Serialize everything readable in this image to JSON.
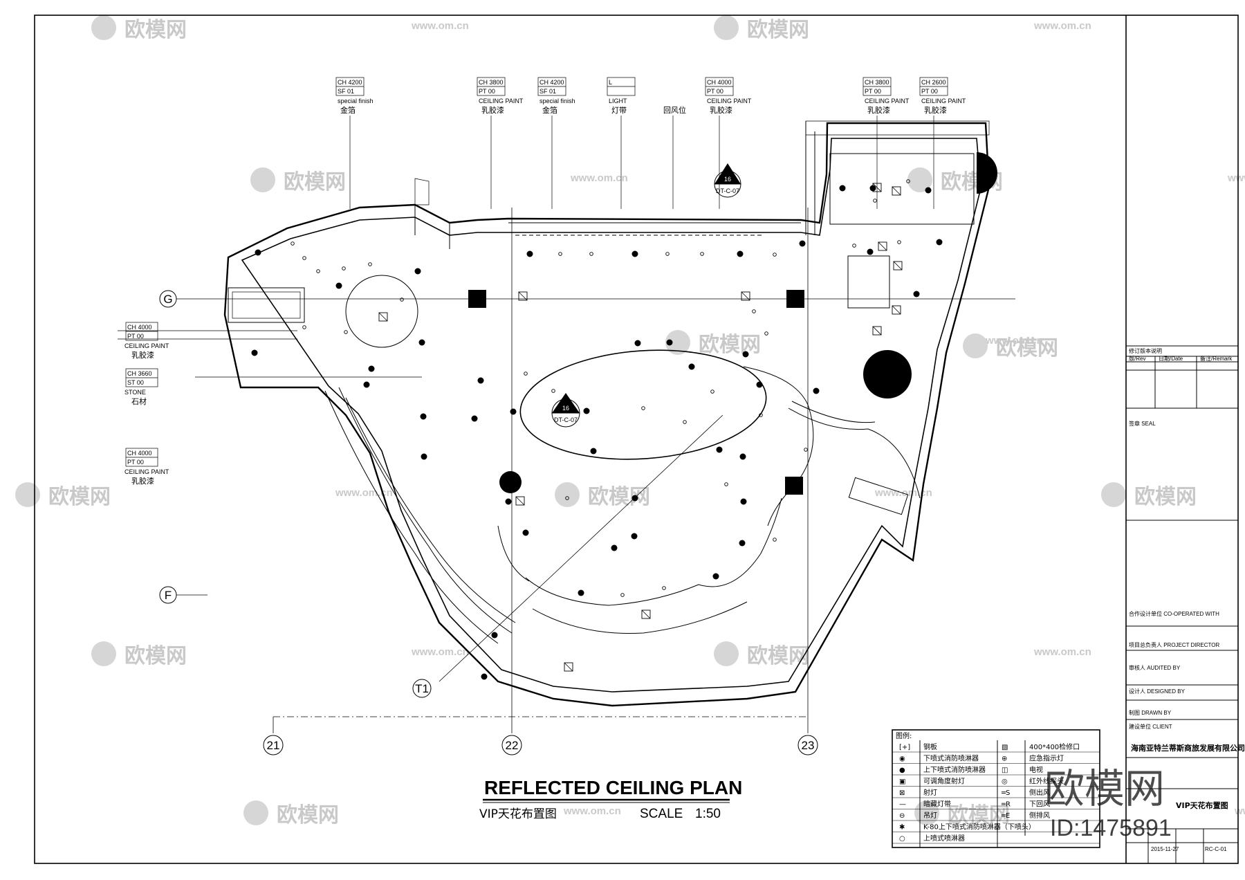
{
  "drawing": {
    "title": "REFLECTED  CEILING  PLAN",
    "subtitle_cn": "VIP天花布置图",
    "scale_label": "SCALE",
    "scale_value": "1:50"
  },
  "grid_axes": {
    "rows": [
      "G",
      "F",
      "T1"
    ],
    "columns": [
      "21",
      "22",
      "23"
    ]
  },
  "callouts": [
    {
      "ch": "CH   4200",
      "code": "SF   01",
      "en": "special finish",
      "cn": "金箔"
    },
    {
      "ch": "CH   3800",
      "code": "PT   00",
      "en": "CEILING PAINT",
      "cn": "乳胶漆"
    },
    {
      "ch": "CH   4200",
      "code": "SF   01",
      "en": "special finish",
      "cn": "金箔"
    },
    {
      "ch": "L",
      "code": "",
      "en": "LIGHT",
      "cn": "灯带"
    },
    {
      "ch": "",
      "code": "",
      "en": "",
      "cn": "回风位"
    },
    {
      "ch": "CH   4000",
      "code": "PT   00",
      "en": "CEILING PAINT",
      "cn": "乳胶漆"
    },
    {
      "ch": "CH   3800",
      "code": "PT   00",
      "en": "CEILING PAINT",
      "cn": "乳胶漆"
    },
    {
      "ch": "CH   2600",
      "code": "PT   00",
      "en": "CEILING PAINT",
      "cn": "乳胶漆"
    }
  ],
  "left_callouts": [
    {
      "ch": "CH   4000",
      "code": "PT   00",
      "en": "CEILING PAINT",
      "cn": "乳胶漆"
    },
    {
      "ch": "CH   3660",
      "code": "ST   00",
      "en": "STONE",
      "cn": "石材"
    },
    {
      "ch": "CH   4000",
      "code": "PT   00",
      "en": "CEILING PAINT",
      "cn": "乳胶漆"
    }
  ],
  "section_marks": [
    {
      "num": "16",
      "ref": "DT-C-07"
    },
    {
      "num": "16",
      "ref": "DT-C-07"
    }
  ],
  "legend": {
    "heading": "图例:",
    "left": [
      {
        "sym": "[+]",
        "text": "钢板"
      },
      {
        "sym": "◉",
        "text": "下喷式消防喷淋器"
      },
      {
        "sym": "●",
        "text": "上下喷式消防喷淋器"
      },
      {
        "sym": "▣",
        "text": "可调角度射灯"
      },
      {
        "sym": "⊠",
        "text": "射灯"
      },
      {
        "sym": "—",
        "text": "暗藏灯带"
      },
      {
        "sym": "⊖",
        "text": "吊灯"
      },
      {
        "sym": "✱",
        "text": "K-80上下喷式消防喷淋器（下喷头）"
      },
      {
        "sym": "○",
        "text": "上喷式喷淋器"
      }
    ],
    "right": [
      {
        "sym": "▧",
        "text": "400*400检修口"
      },
      {
        "sym": "⊕",
        "text": "应急指示灯"
      },
      {
        "sym": "◫",
        "text": "电视"
      },
      {
        "sym": "◎",
        "text": "红外线探头"
      },
      {
        "sym": "═S",
        "text": "侧出风"
      },
      {
        "sym": "═R",
        "text": "下回风"
      },
      {
        "sym": "═E",
        "text": "侧排风"
      }
    ]
  },
  "title_block": {
    "revision_header": "修订版本说明",
    "col_rev": "版/Rev",
    "col_date": "日期/Date",
    "col_remark": "备注/Remark",
    "seal": "签章 SEAL",
    "co_designer": "合作设计单位 CO-OPERATED WITH",
    "project_director": "项目总负责人 PROJECT DIRECTOR",
    "audited_by": "审核人 AUDITED BY",
    "designed_by": "设计人 DESIGNED BY",
    "drawn_by": "制图 DRAWN BY",
    "client_label": "建设单位 CLIENT",
    "client_name": "海南亚特兰蒂斯商旅发展有限公司",
    "drawing_name": "VIP天花布置图",
    "date": "2015-11-27",
    "drawing_no": "RC-C-01"
  },
  "watermark": {
    "brand": "欧模网",
    "url": "www.om.cn",
    "id": "ID:1475891"
  }
}
